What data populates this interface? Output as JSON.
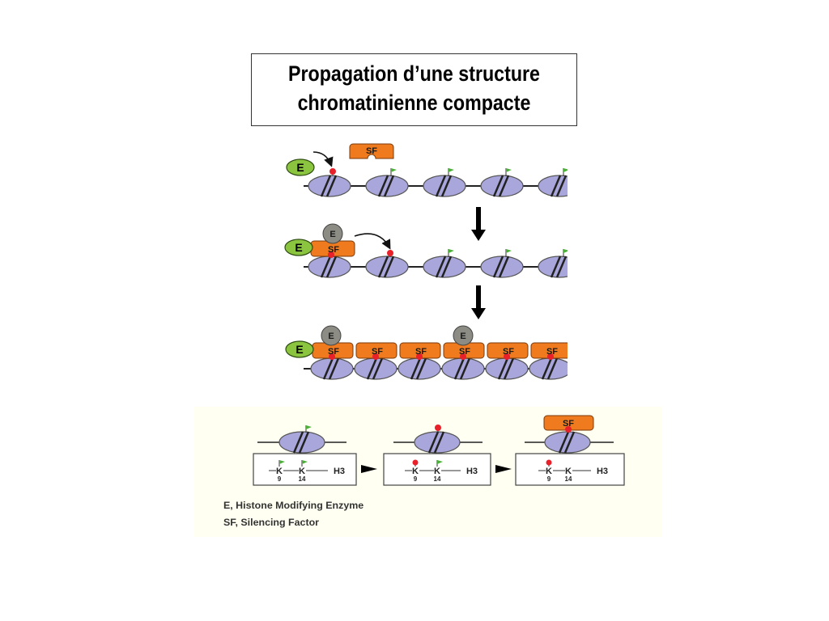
{
  "title": {
    "line1": "Propagation d’une structure",
    "line2": "chromatinienne compacte"
  },
  "labels": {
    "enzyme": "E",
    "silencing_factor": "SF"
  },
  "histone": {
    "tail_top": "K",
    "site_a": "9",
    "site_b": "14",
    "protein": "H3"
  },
  "legend": {
    "enzyme_line": "E, Histone Modifying Enzyme",
    "sf_line": "SF, Silencing Factor"
  },
  "colors": {
    "nucleosome": "#a9a6dc",
    "sf_orange": "#f07b1f",
    "enzyme_green": "#8bc53f",
    "enzyme_gray": "#8c8c84",
    "mark_red": "#e8202a",
    "flag_green": "#4caf3a"
  }
}
